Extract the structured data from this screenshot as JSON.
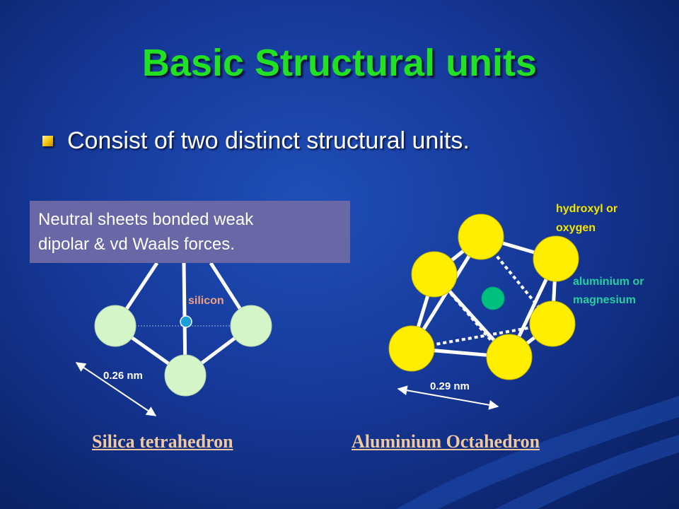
{
  "slide": {
    "title": "Basic Structural units",
    "bullet": "Consist of two distinct structural units.",
    "callout": {
      "line1": "Neutral sheets bonded weak",
      "line2": "dipolar & vd Waals forces."
    }
  },
  "silica": {
    "caption": "Silica tetrahedron",
    "center_label": "silicon",
    "dimension": "0.26 nm"
  },
  "octahedron": {
    "caption": "Aluminium Octahedron",
    "outer_label_line1": "hydroxyl or",
    "outer_label_line2": "oxygen",
    "center_label_line1": "aluminium or",
    "center_label_line2": "magnesium",
    "dimension": "0.29 nm"
  },
  "colors": {
    "title": "#22e022",
    "tetra_atom": "#d4f5c8",
    "silicon_atom": "#1aa0d8",
    "octa_atom": "#ffee00",
    "octa_center": "#00c080",
    "caption": "#f0c8a0"
  }
}
